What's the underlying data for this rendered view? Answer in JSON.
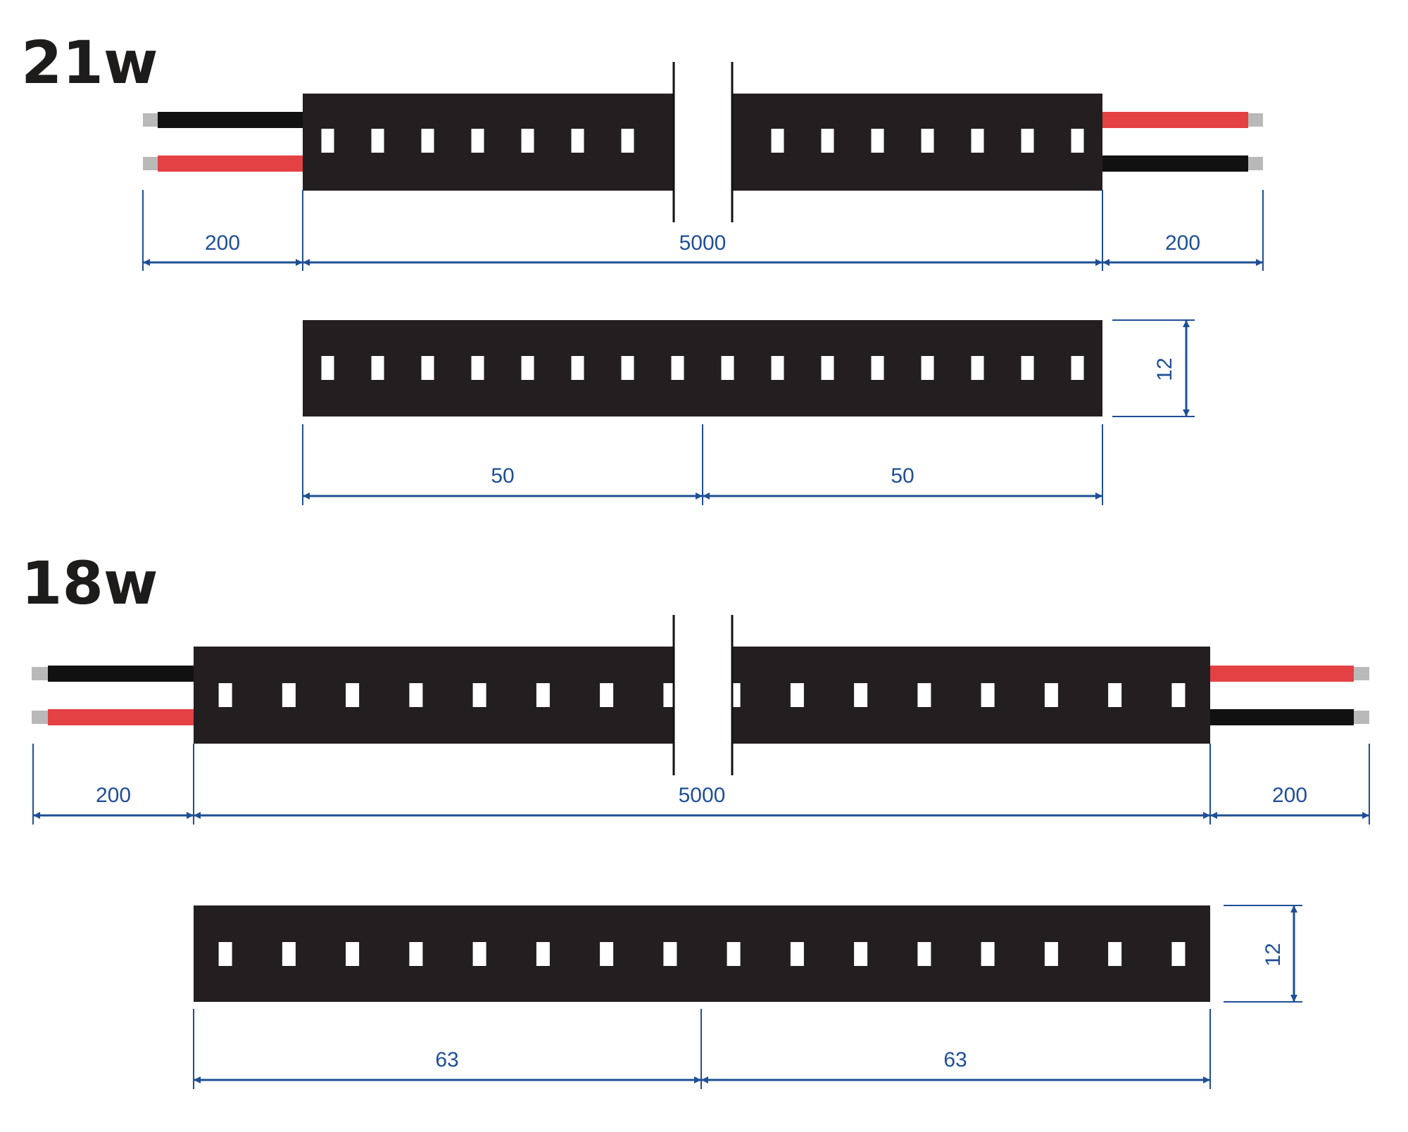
{
  "colors": {
    "strip": "#231f20",
    "led": "#ffffff",
    "wire_red": "#e44144",
    "wire_black": "#111111",
    "wire_tip": "#b9b9b9",
    "dimension": "#1f4f95"
  },
  "sections": [
    {
      "title": "21w",
      "lead_left": "200",
      "length": "5000",
      "lead_right": "200",
      "width": "12",
      "pitch_left": "50",
      "pitch_right": "50",
      "leds_per_segment": 16
    },
    {
      "title": "18w",
      "lead_left": "200",
      "length": "5000",
      "lead_right": "200",
      "width": "12",
      "pitch_left": "63",
      "pitch_right": "63",
      "leds_per_segment": 16
    }
  ]
}
